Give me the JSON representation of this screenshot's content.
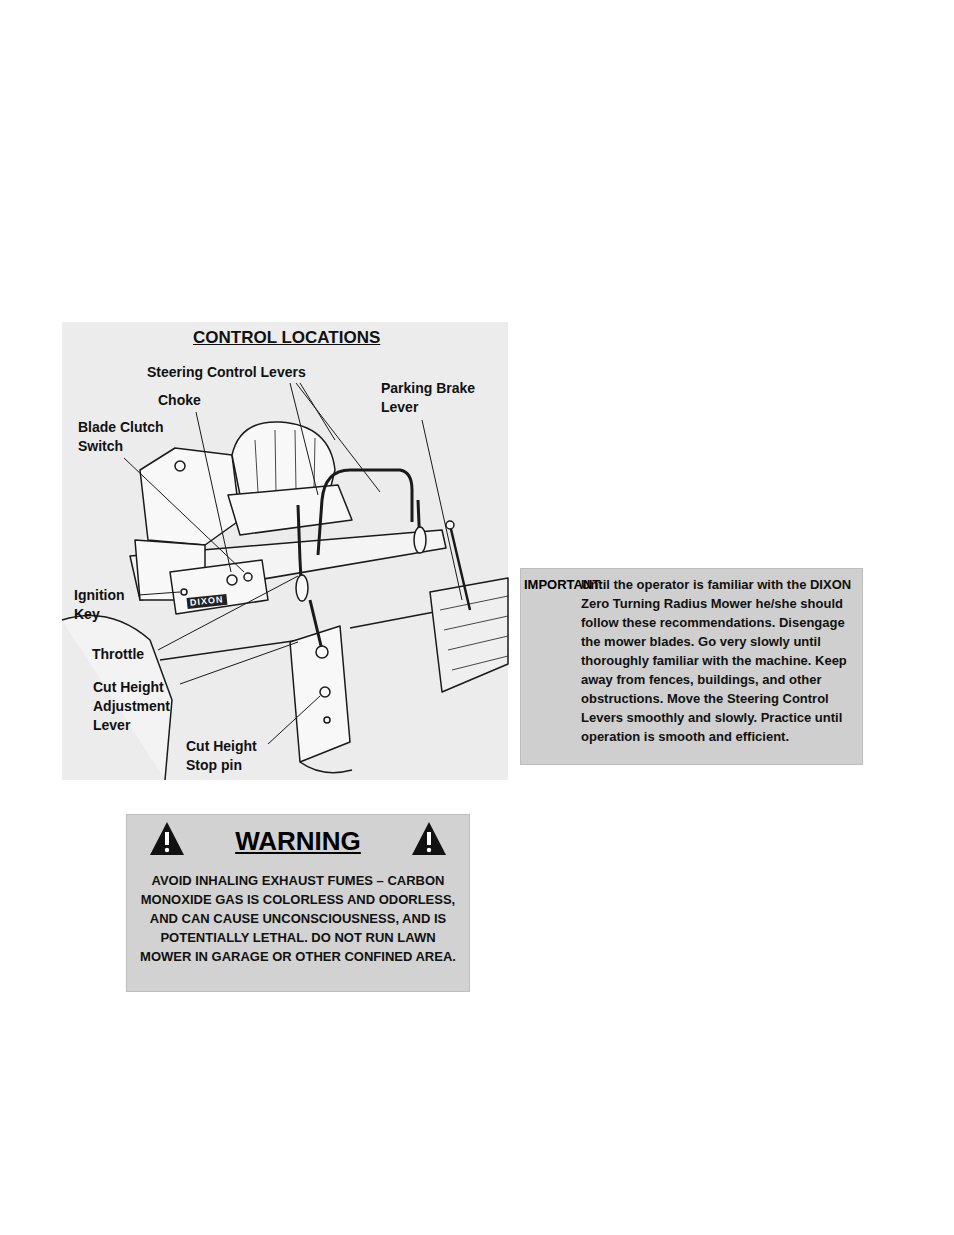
{
  "diagram": {
    "title": "CONTROL LOCATIONS",
    "nodes": [
      {
        "text": [
          "IMPORTANT:",
          "Until the operator is familiar with the DIXON Zero Turning Radius Mower he/she should follow these recommendations. Disengage the mower blades. Go very slowly until thoroughly familiar with the machine. Keep away from fences, buildings, and other obstructions. Move the Steering Control Levers smoothly and slowly. Practice until operation is smooth and efficient."
        ]
      },
      {
        "text": [
          "WARNING",
          "AVOID INHALING EXHAUST FUMES – CARBON MONOXIDE GAS IS COLORLESS AND ODORLESS, AND CAN CAUSE UNCONSCIOUSNESS, AND IS POTENTIALLY LETHAL. DO NOT RUN LAWN MOWER IN GARAGE OR OTHER CONFINED AREA."
        ]
      }
    ],
    "edges": [],
    "labels": [
      "Steering Control Levers",
      "Choke",
      "Parking Brake Lever",
      "Blade Clutch Switch",
      "Ignition Key",
      "Throttle",
      "Cut Height Adjustment Lever",
      "Cut Height Stop pin",
      "DIXON"
    ]
  }
}
